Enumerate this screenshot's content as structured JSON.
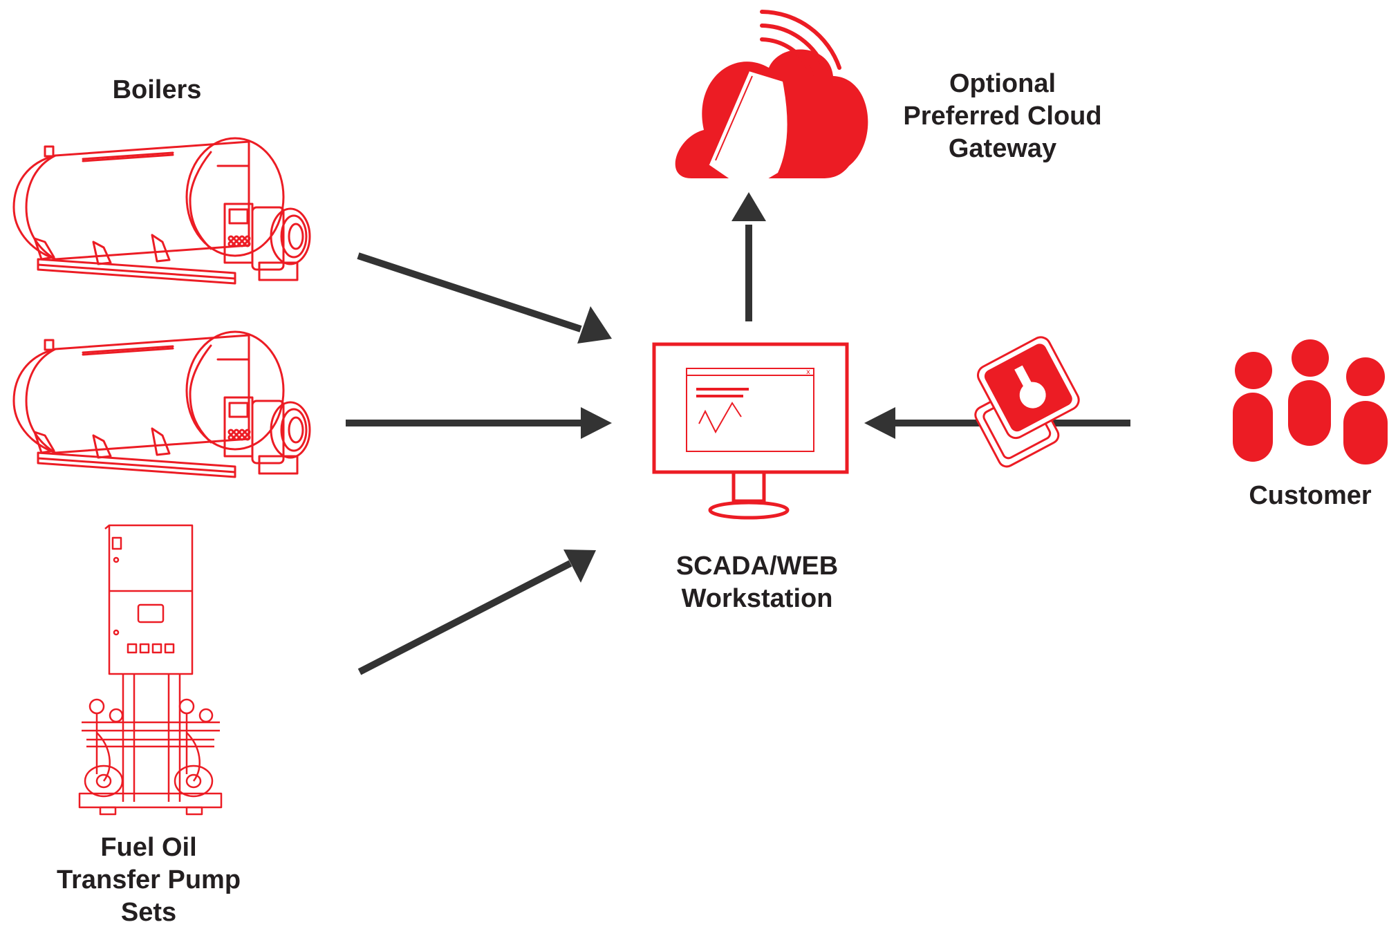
{
  "colors": {
    "accent": "#ec1c24",
    "arrow": "#333333",
    "text": "#231f20"
  },
  "labels": {
    "boilers": "Boilers",
    "cloud_gateway": [
      "Optional",
      "Preferred Cloud",
      "Gateway"
    ],
    "workstation": [
      "SCADA/WEB",
      "Workstation"
    ],
    "customer": "Customer",
    "pump_sets": [
      "Fuel Oil",
      "Transfer Pump",
      "Sets"
    ]
  },
  "icons": {
    "boiler_top": "boiler-icon",
    "boiler_bottom": "boiler-icon",
    "pump_set": "pump-set-icon",
    "cloud": "cloud-wifi-icon",
    "workstation": "monitor-icon",
    "lock": "padlock-icon",
    "customer": "people-group-icon"
  },
  "connections": [
    {
      "from": "Boilers",
      "to": "SCADA/WEB Workstation"
    },
    {
      "from": "Boilers",
      "to": "SCADA/WEB Workstation"
    },
    {
      "from": "Fuel Oil Transfer Pump Sets",
      "to": "SCADA/WEB Workstation"
    },
    {
      "from": "SCADA/WEB Workstation",
      "to": "Optional Preferred Cloud Gateway"
    },
    {
      "from": "Customer",
      "to": "SCADA/WEB Workstation"
    }
  ]
}
